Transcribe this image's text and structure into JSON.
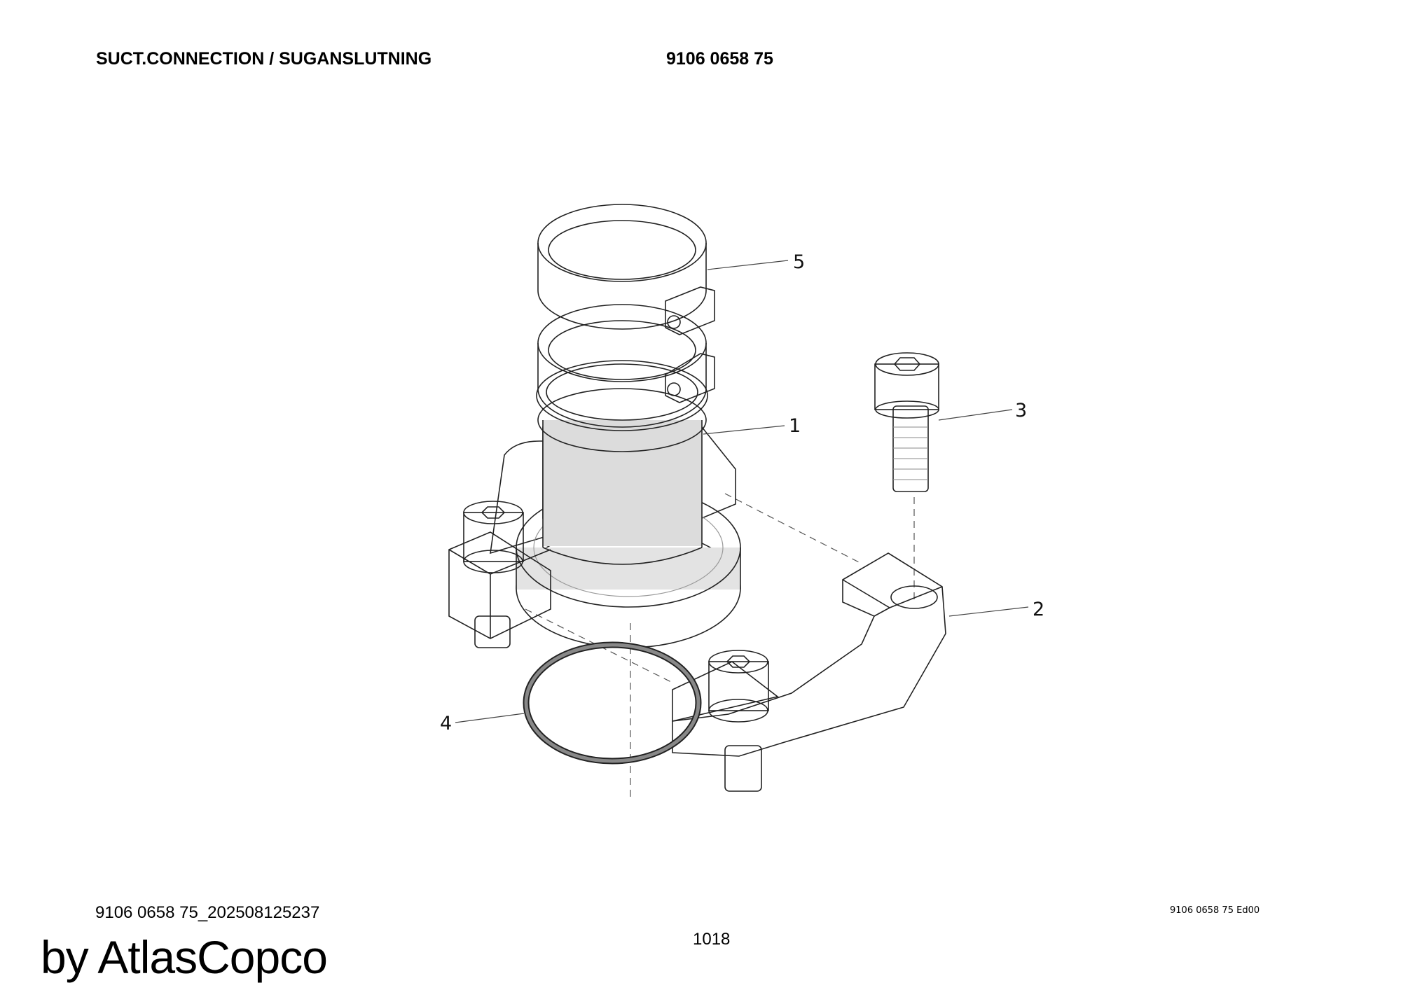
{
  "header": {
    "title": "SUCT.CONNECTION / SUGANSLUTNING",
    "part_number": "9106 0658 75"
  },
  "drawing": {
    "callouts": [
      "1",
      "2",
      "3",
      "4",
      "5"
    ],
    "colors": {
      "part_fill": "#e6e6e6",
      "bolt_fill": "#bdbdbd",
      "clamp_block": "#555555",
      "line": "#222222"
    }
  },
  "footer": {
    "edition": "9106 0658 75 Ed00",
    "document_code": "9106 0658 75_202508125237",
    "page_number": "1018",
    "watermark": "by AtlasCopco"
  }
}
